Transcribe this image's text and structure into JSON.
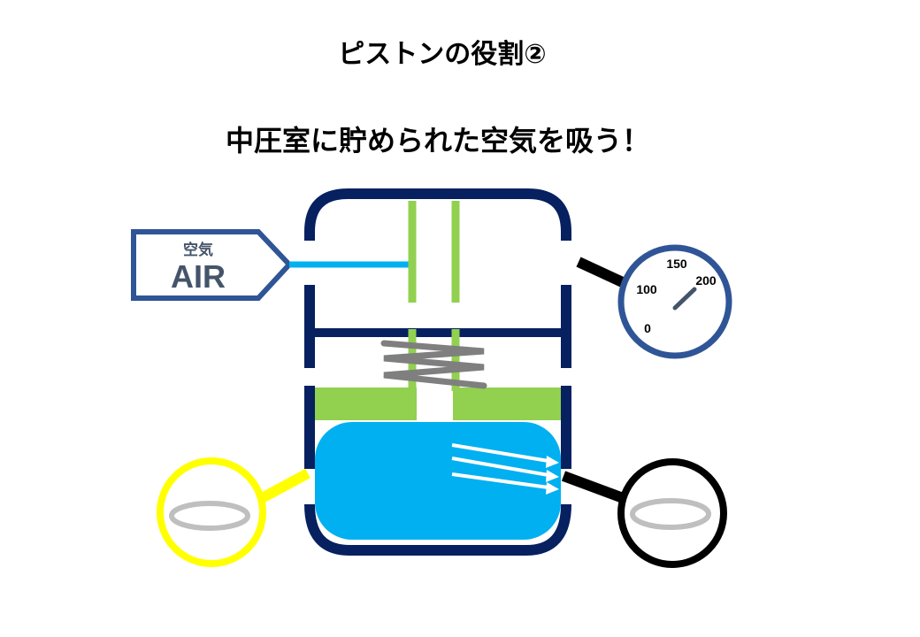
{
  "header": {
    "title": "ピストンの役割②",
    "subtitle": "中圧室に貯められた空気を吸う！"
  },
  "air_label": {
    "jp": "空気",
    "en": "AIR"
  },
  "gauge": {
    "ticks": [
      "0",
      "100",
      "150",
      "200"
    ]
  },
  "colors": {
    "chamber_outline": "#062060",
    "piston_green": "#92d050",
    "water_blue": "#00b0f0",
    "gauge_blue": "#2f5597",
    "magnifier_yellow": "#ffff00",
    "magnifier_black": "#000000",
    "spring_gray": "#7f7f7f",
    "oring_gray": "#bfbfbf"
  }
}
